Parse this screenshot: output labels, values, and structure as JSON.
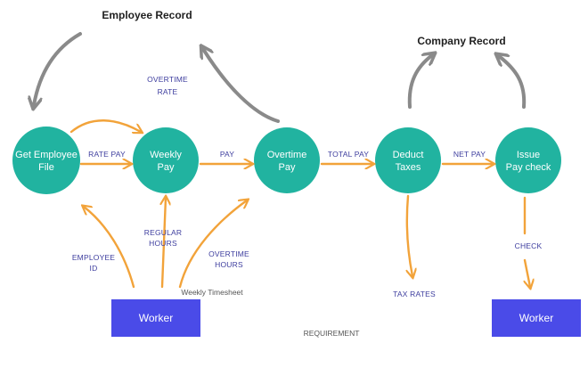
{
  "stores": {
    "employee_record": "Employee Record",
    "company_record": "Company Record"
  },
  "processes": {
    "get_employee_file": [
      "Get Employee",
      "File"
    ],
    "weekly_pay": [
      "Weekly",
      "Pay"
    ],
    "overtime_pay": [
      "Overtime",
      "Pay"
    ],
    "deduct_taxes": [
      "Deduct",
      "Taxes"
    ],
    "issue_pay_check": [
      "Issue",
      "Pay check"
    ]
  },
  "entities": {
    "worker_left": "Worker",
    "worker_right": "Worker"
  },
  "flows": {
    "rate_pay": "RATE PAY",
    "pay": "PAY",
    "total_pay": "TOTAL PAY",
    "net_pay": "NET PAY",
    "overtime_rate": [
      "OVERTIME",
      "RATE"
    ],
    "employee_id": [
      "EMPLOYEE",
      "ID"
    ],
    "regular_hours": [
      "REGULAR",
      "HOURS"
    ],
    "overtime_hours": [
      "OVERTIME",
      "HOURS"
    ],
    "tax_rates": "TAX RATES",
    "check": "CHECK"
  },
  "captions": {
    "weekly_timesheet": "Weekly Timesheet",
    "requirement": "REQUIREMENT"
  },
  "colors": {
    "process": "#21b3a0",
    "entity": "#4a4be8",
    "flow": "#f2a33a",
    "store_arrow": "#8a8a8a",
    "label": "#3d3d9e"
  }
}
